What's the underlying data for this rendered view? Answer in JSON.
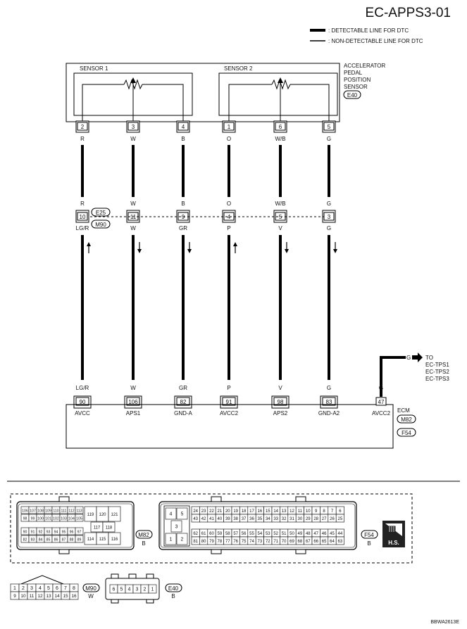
{
  "header": {
    "title": "EC-APPS3-01",
    "legend": [
      {
        "style": "thick",
        "label": ": DETECTABLE LINE FOR DTC"
      },
      {
        "style": "thin",
        "label": ": NON-DETECTABLE LINE FOR DTC"
      }
    ]
  },
  "sensor": {
    "name_lines": [
      "ACCELERATOR",
      "PEDAL",
      "POSITION",
      "SENSOR"
    ],
    "connector": "E40",
    "sensor1_label": "SENSOR 1",
    "sensor2_label": "SENSOR 2"
  },
  "relay": {
    "connector_top": "E25",
    "connector_bottom": "M90"
  },
  "ecm": {
    "label": "ECM",
    "connector_1": "M82",
    "connector_2": "F54"
  },
  "wires": [
    {
      "sensor_pin": "2",
      "sensor_color": "R",
      "relay_in_color": "R",
      "relay_pin": "10",
      "relay_out_color": "LG/R",
      "direction": "up",
      "ecm_color": "LG/R",
      "ecm_pin": "90",
      "ecm_label": "AVCC"
    },
    {
      "sensor_pin": "3",
      "sensor_color": "W",
      "relay_in_color": "W",
      "relay_pin": "11",
      "relay_out_color": "W",
      "direction": "down",
      "ecm_color": "W",
      "ecm_pin": "106",
      "ecm_label": "APS1"
    },
    {
      "sensor_pin": "4",
      "sensor_color": "B",
      "relay_in_color": "B",
      "relay_pin": "9",
      "relay_out_color": "GR",
      "direction": "down",
      "ecm_color": "GR",
      "ecm_pin": "82",
      "ecm_label": "GND-A"
    },
    {
      "sensor_pin": "1",
      "sensor_color": "O",
      "relay_in_color": "O",
      "relay_pin": "4",
      "relay_out_color": "P",
      "direction": "up",
      "ecm_color": "P",
      "ecm_pin": "91",
      "ecm_label": "AVCC2"
    },
    {
      "sensor_pin": "6",
      "sensor_color": "W/B",
      "relay_in_color": "W/B",
      "relay_pin": "5",
      "relay_out_color": "V",
      "direction": "down",
      "ecm_color": "V",
      "ecm_pin": "98",
      "ecm_label": "APS2"
    },
    {
      "sensor_pin": "5",
      "sensor_color": "G",
      "relay_in_color": "G",
      "relay_pin": "3",
      "relay_out_color": "G",
      "direction": "down",
      "ecm_color": "G",
      "ecm_pin": "83",
      "ecm_label": "GND-A2"
    }
  ],
  "extra_branch": {
    "ecm_pin": "47",
    "ecm_label": "AVCC2",
    "color": "G",
    "to_color": "G",
    "to_lines": [
      "TO",
      "EC-TPS1",
      "EC-TPS2",
      "EC-TPS3"
    ]
  },
  "connector_views": {
    "m82": {
      "name": "M82",
      "color": "B",
      "left_top": [
        "106",
        "107",
        "108",
        "109",
        "110",
        "111",
        "112",
        "113"
      ],
      "left_second": [
        "98",
        "99",
        "100",
        "101",
        "102",
        "103",
        "104",
        "105"
      ],
      "left_third": [
        "90",
        "91",
        "92",
        "93",
        "94",
        "95",
        "96",
        "97"
      ],
      "left_bottom": [
        "82",
        "83",
        "84",
        "85",
        "86",
        "87",
        "88",
        "89"
      ],
      "right_top": [
        "119",
        "120",
        "121"
      ],
      "right_middle": [
        "117",
        "118"
      ],
      "right_bottom": [
        "114",
        "115",
        "116"
      ]
    },
    "f54": {
      "name": "F54",
      "color": "B",
      "power_top": [
        "4",
        "5"
      ],
      "power_middle": "3",
      "power_bottom": [
        "1",
        "2"
      ],
      "row1": [
        "24",
        "23",
        "22",
        "21",
        "20",
        "19",
        "18",
        "17",
        "16",
        "15",
        "14",
        "13",
        "12",
        "11",
        "10",
        "9",
        "8",
        "7",
        "6"
      ],
      "row2": [
        "43",
        "42",
        "41",
        "40",
        "39",
        "38",
        "37",
        "36",
        "35",
        "34",
        "33",
        "32",
        "31",
        "30",
        "29",
        "28",
        "27",
        "26",
        "25"
      ],
      "row3": [
        "62",
        "61",
        "60",
        "59",
        "58",
        "57",
        "56",
        "55",
        "54",
        "53",
        "52",
        "51",
        "50",
        "49",
        "48",
        "47",
        "46",
        "45",
        "44"
      ],
      "row4": [
        "81",
        "80",
        "79",
        "78",
        "77",
        "76",
        "75",
        "74",
        "73",
        "72",
        "71",
        "70",
        "69",
        "68",
        "67",
        "66",
        "65",
        "64",
        "63"
      ]
    },
    "hs_badge": "H.S.",
    "m90": {
      "name": "M90",
      "color": "W",
      "top": [
        "1",
        "2",
        "3",
        "4",
        "5",
        "6",
        "7",
        "8"
      ],
      "bottom": [
        "9",
        "10",
        "11",
        "12",
        "13",
        "14",
        "15",
        "16"
      ]
    },
    "e40": {
      "name": "E40",
      "color": "B",
      "pins": [
        "6",
        "5",
        "4",
        "3",
        "2",
        "1"
      ]
    }
  },
  "footer": {
    "code": "BBWA2613E"
  }
}
